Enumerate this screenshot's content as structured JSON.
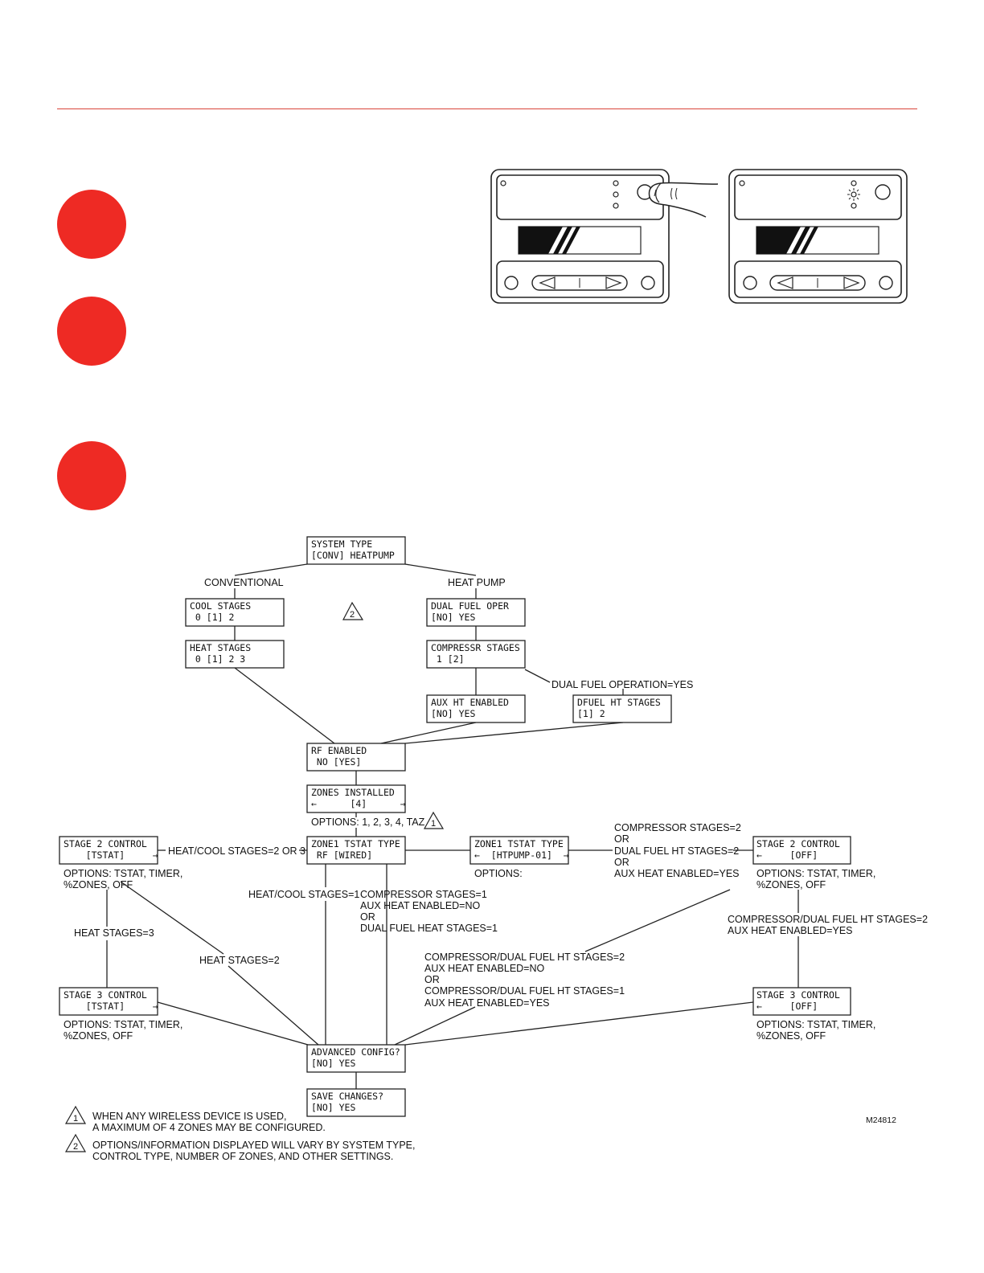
{
  "colors": {
    "accent_red": "#ee2a24",
    "rule_red": "#d9443a",
    "ink": "#222222"
  },
  "bullets": [
    {
      "name": "step-bullet-1",
      "color": "#ee2a24"
    },
    {
      "name": "step-bullet-2",
      "color": "#ee2a24"
    },
    {
      "name": "step-bullet-3",
      "color": "#ee2a24"
    }
  ],
  "illustration": {
    "left_device": {
      "state": "button pressed",
      "icon": "pointing-finger-icon"
    },
    "right_device": {
      "state": "led lit",
      "icon": "sun-led-icon"
    }
  },
  "flowchart": {
    "boxes": {
      "system_type": [
        "SYSTEM TYPE",
        "[CONV] HEATPUMP"
      ],
      "cool_stages": [
        "COOL STAGES",
        " 0 [1] 2"
      ],
      "heat_stages": [
        "HEAT STAGES",
        " 0 [1] 2 3"
      ],
      "dual_fuel_oper": [
        "DUAL FUEL OPER",
        "[NO] YES"
      ],
      "compressr_stages": [
        "COMPRESSR STAGES",
        " 1 [2]"
      ],
      "aux_ht_enabled": [
        "AUX HT ENABLED",
        "[NO] YES"
      ],
      "dfuel_ht_stages": [
        "DFUEL HT STAGES",
        "[1] 2"
      ],
      "rf_enabled": [
        "RF ENABLED",
        " NO [YES]"
      ],
      "zones_installed": [
        "ZONES INSTALLED",
        "←      [4]      →"
      ],
      "zone1_tstat_type_a": [
        "ZONE1 TSTAT TYPE",
        " RF [WIRED]"
      ],
      "zone1_tstat_type_b": [
        "ZONE1 TSTAT TYPE",
        "←  [HTPUMP-01]  →"
      ],
      "stage2_control_left": [
        "STAGE 2 CONTROL",
        "    [TSTAT]     →"
      ],
      "stage3_control_left": [
        "STAGE 3 CONTROL",
        "    [TSTAT]     →"
      ],
      "stage2_control_right": [
        "STAGE 2 CONTROL",
        "←     [OFF]"
      ],
      "stage3_control_right": [
        "STAGE 3 CONTROL",
        "←     [OFF]"
      ],
      "advanced_config": [
        "ADVANCED CONFIG?",
        "[NO] YES"
      ],
      "save_changes": [
        "SAVE CHANGES?",
        "[NO] YES"
      ]
    },
    "labels": {
      "conventional": "CONVENTIONAL",
      "heat_pump": "HEAT PUMP",
      "dual_fuel_yes": "DUAL FUEL OPERATION=YES",
      "zone_options": "OPTIONS: 1, 2, 3, 4, TAZ",
      "heat_cool_2_or_3": "HEAT/COOL STAGES=2 OR 3",
      "options_tstat_left_1": [
        "OPTIONS: TSTAT, TIMER,",
        "%ZONES, OFF"
      ],
      "options_tstat_left_2": [
        "OPTIONS: TSTAT, TIMER,",
        "%ZONES, OFF"
      ],
      "options_tstat_right_1": [
        "OPTIONS: TSTAT, TIMER,",
        "%ZONES, OFF"
      ],
      "options_tstat_right_2": [
        "OPTIONS: TSTAT, TIMER,",
        "%ZONES, OFF"
      ],
      "options_blank": "OPTIONS:",
      "heat_stages_3": "HEAT STAGES=3",
      "heat_stages_2": "HEAT STAGES=2",
      "heat_cool_1": "HEAT/COOL STAGES=1",
      "compressor_block": [
        "COMPRESSOR STAGES=1",
        "AUX HEAT ENABLED=NO",
        "OR",
        "DUAL FUEL HEAT STAGES=1"
      ],
      "compressor_stages_2_block": [
        "COMPRESSOR STAGES=2",
        "OR",
        "DUAL FUEL HT STAGES=2",
        "OR",
        "AUX HEAT ENABLED=YES"
      ],
      "compressor_dual_right": [
        "COMPRESSOR/DUAL FUEL HT STAGES=2",
        "AUX HEAT ENABLED=YES"
      ],
      "compressor_dual_mid": [
        "COMPRESSOR/DUAL FUEL HT STAGES=2",
        "AUX HEAT ENABLED=NO",
        "OR",
        "COMPRESSOR/DUAL FUEL HT STAGES=1",
        "AUX HEAT ENABLED=YES"
      ]
    },
    "notes": [
      {
        "num": "1",
        "lines": [
          "WHEN ANY WIRELESS DEVICE IS USED,",
          "A MAXIMUM OF 4 ZONES MAY BE CONFIGURED."
        ]
      },
      {
        "num": "2",
        "lines": [
          "OPTIONS/INFORMATION DISPLAYED WILL VARY BY SYSTEM TYPE,",
          "CONTROL TYPE, NUMBER OF ZONES, AND OTHER SETTINGS."
        ]
      }
    ],
    "note_refs": {
      "zones": "1",
      "center": "2"
    },
    "figure_id": "M24812"
  }
}
